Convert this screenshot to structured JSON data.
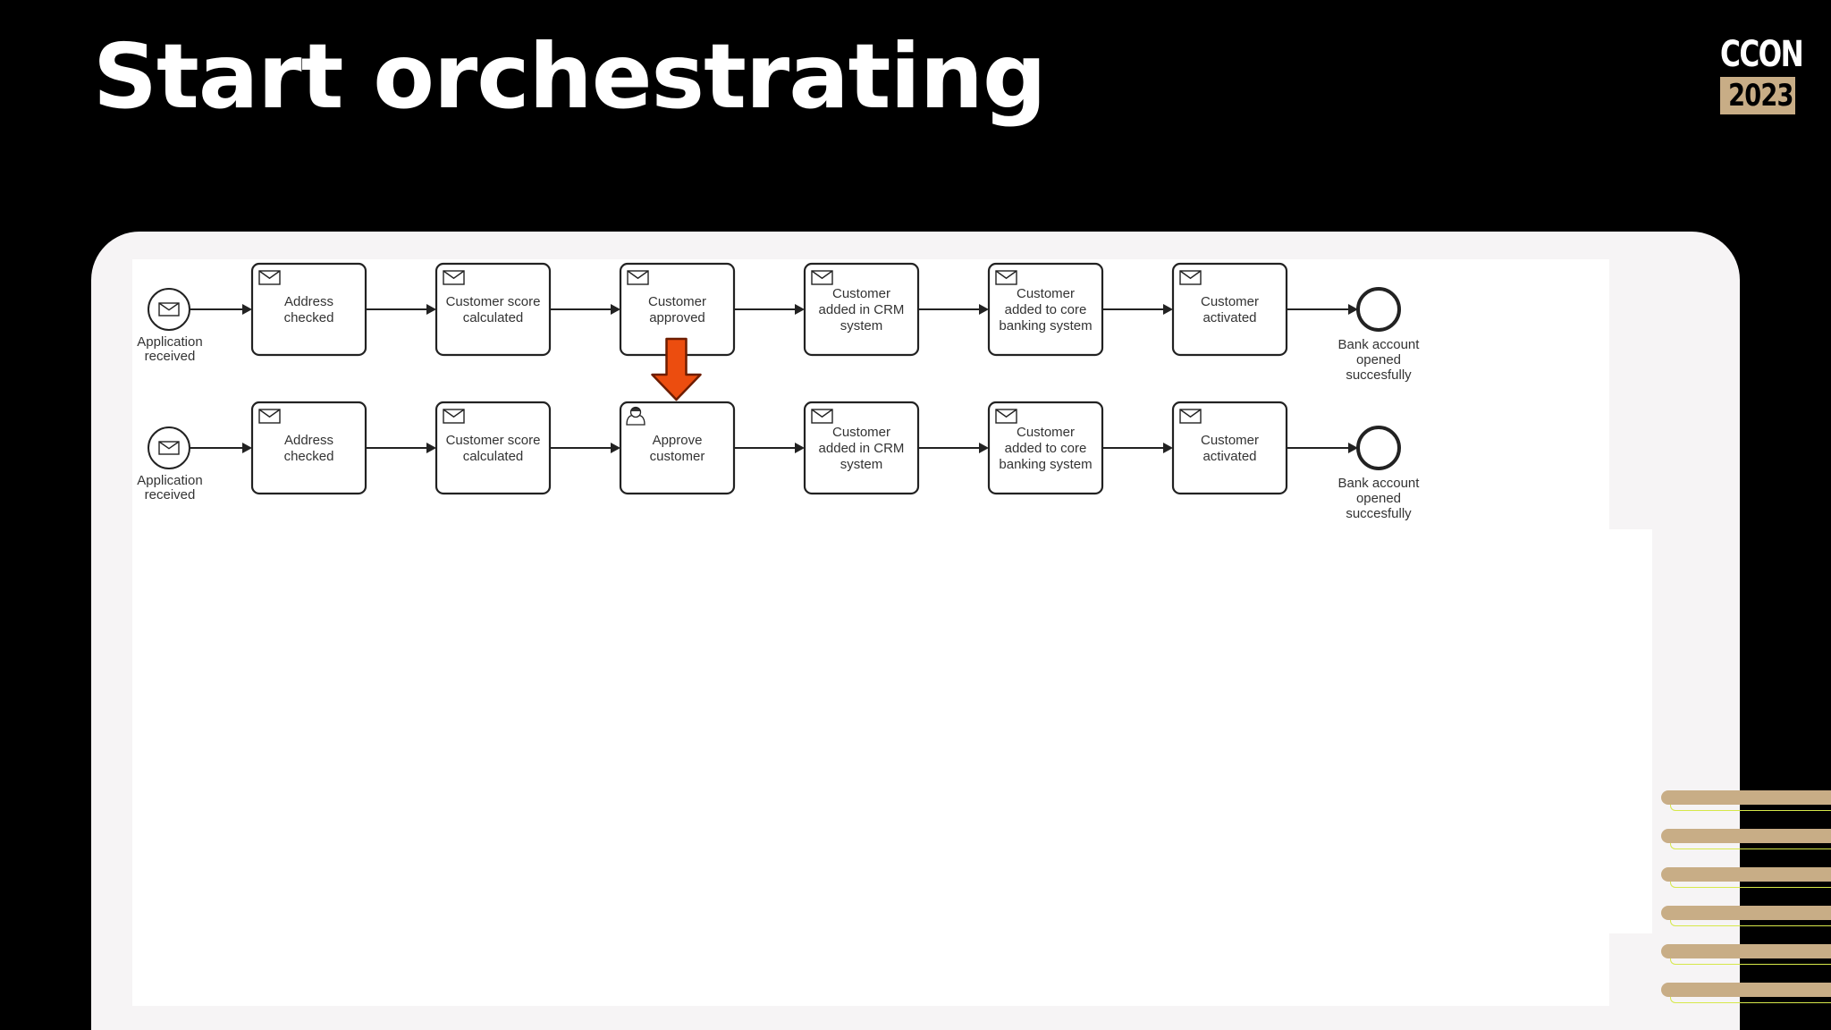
{
  "slide": {
    "title": "Start orchestrating",
    "logo_top": "CCON",
    "logo_bottom": "2023"
  },
  "colors": {
    "background": "#000000",
    "accent": "#c8ad86",
    "accent_line": "#d6e84a",
    "highlight_arrow": "#ec4d0f"
  },
  "diagram": {
    "rows": [
      {
        "id": "row1",
        "start_event": {
          "icon": "envelope-icon",
          "label": [
            "Application",
            "received"
          ]
        },
        "tasks": [
          {
            "icon": "envelope-icon",
            "label": [
              "Address",
              "checked"
            ]
          },
          {
            "icon": "envelope-icon",
            "label": [
              "Customer score",
              "calculated"
            ]
          },
          {
            "icon": "envelope-icon",
            "label": [
              "Customer",
              "approved"
            ]
          },
          {
            "icon": "envelope-icon",
            "label": [
              "Customer",
              "added in CRM",
              "system"
            ]
          },
          {
            "icon": "envelope-icon",
            "label": [
              "Customer",
              "added to core",
              "banking system"
            ]
          },
          {
            "icon": "envelope-icon",
            "label": [
              "Customer",
              "activated"
            ]
          }
        ],
        "end_event": {
          "label": [
            "Bank account",
            "opened",
            "succesfully"
          ]
        }
      },
      {
        "id": "row2",
        "start_event": {
          "icon": "envelope-icon",
          "label": [
            "Application",
            "received"
          ]
        },
        "tasks": [
          {
            "icon": "envelope-icon",
            "label": [
              "Address",
              "checked"
            ]
          },
          {
            "icon": "envelope-icon",
            "label": [
              "Customer score",
              "calculated"
            ]
          },
          {
            "icon": "user-icon",
            "label": [
              "Approve",
              "customer"
            ]
          },
          {
            "icon": "envelope-icon",
            "label": [
              "Customer",
              "added in CRM",
              "system"
            ]
          },
          {
            "icon": "envelope-icon",
            "label": [
              "Customer",
              "added to core",
              "banking system"
            ]
          },
          {
            "icon": "envelope-icon",
            "label": [
              "Customer",
              "activated"
            ]
          }
        ],
        "end_event": {
          "label": [
            "Bank account",
            "opened",
            "succesfully"
          ]
        }
      }
    ],
    "highlight": {
      "from_row": 0,
      "to_row": 1,
      "task_index": 2,
      "icon": "arrow-down-icon"
    }
  }
}
